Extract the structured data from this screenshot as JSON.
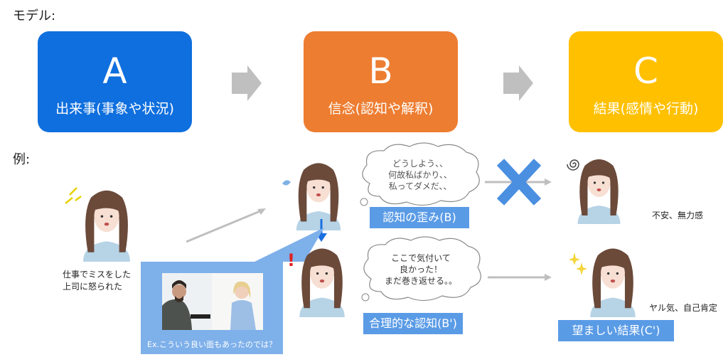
{
  "model_label": "モデル:",
  "example_label": "例:",
  "boxes": [
    {
      "letter": "A",
      "text": "出来事(事象や状況)",
      "color": "#0f6fde"
    },
    {
      "letter": "B",
      "text": "信念(認知や解釈)",
      "color": "#ed7d31"
    },
    {
      "letter": "C",
      "text": "結果(感情や行動)",
      "color": "#ffc000"
    }
  ],
  "event_text": [
    "仕事でミスをした",
    "上司に怒られた"
  ],
  "distorted": {
    "thought": [
      "どうしよう、、",
      "何故私ばかり、、",
      "私ってダメだ、、"
    ],
    "label": "認知の歪み(B)",
    "result": "不安、無力感"
  },
  "rational": {
    "thought": [
      "ここで気付いて",
      "良かった！",
      "まだ巻き返せる。。"
    ],
    "label": "合理的な認知(B')",
    "result": "ヤル気、自己肯定",
    "result_label": "望ましい結果(C')"
  },
  "callout_caption": "Ex.こういう良い面もあったのでは？"
}
